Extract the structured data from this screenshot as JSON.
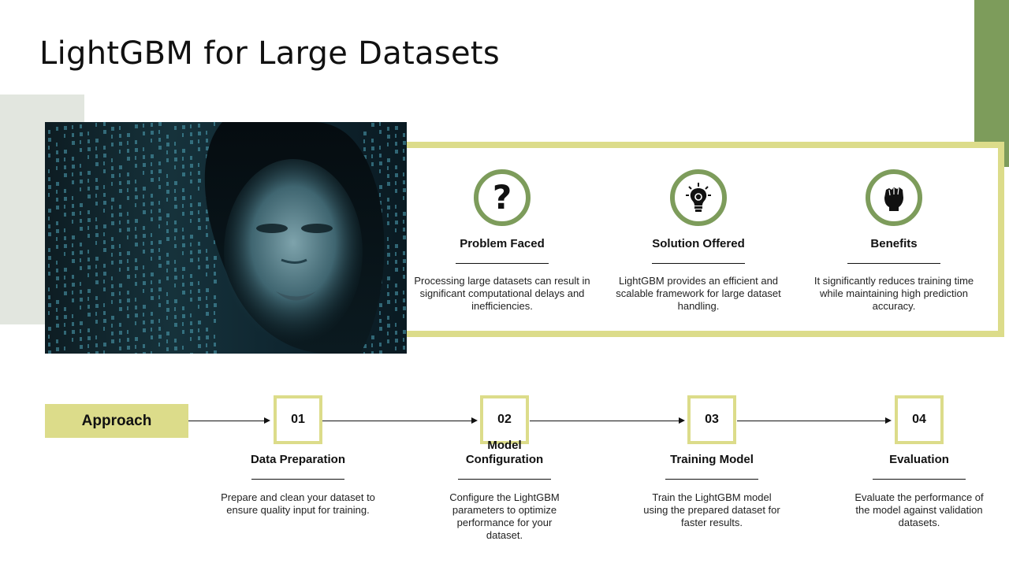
{
  "title": "LightGBM for Large Datasets",
  "colors": {
    "accent_green": "#7d9c5b",
    "accent_yellow": "#dcdc8a",
    "gray_block": "#e2e6df"
  },
  "image": {
    "subject": "woman-face-digital-code"
  },
  "features": [
    {
      "icon": "question-mark-icon",
      "glyph": "?",
      "title": "Problem Faced",
      "description": "Processing large datasets can result in significant computational delays and inefficiencies."
    },
    {
      "icon": "lightbulb-gear-icon",
      "glyph": "",
      "title": "Solution Offered",
      "description": "LightGBM provides an efficient and scalable framework for large dataset handling."
    },
    {
      "icon": "raised-fist-icon",
      "glyph": "",
      "title": "Benefits",
      "description": "It significantly reduces training time while maintaining high prediction accuracy."
    }
  ],
  "approach": {
    "label": "Approach",
    "steps": [
      {
        "number": "01",
        "title": "Data Preparation",
        "description": "Prepare and clean your dataset to ensure quality input for training."
      },
      {
        "number": "02",
        "title": "Model Configuration",
        "description": "Configure the LightGBM parameters to optimize performance for your dataset."
      },
      {
        "number": "03",
        "title": "Training Model",
        "description": "Train the LightGBM model using the prepared dataset for faster results."
      },
      {
        "number": "04",
        "title": "Evaluation",
        "description": "Evaluate the performance of the model against validation datasets."
      }
    ]
  }
}
